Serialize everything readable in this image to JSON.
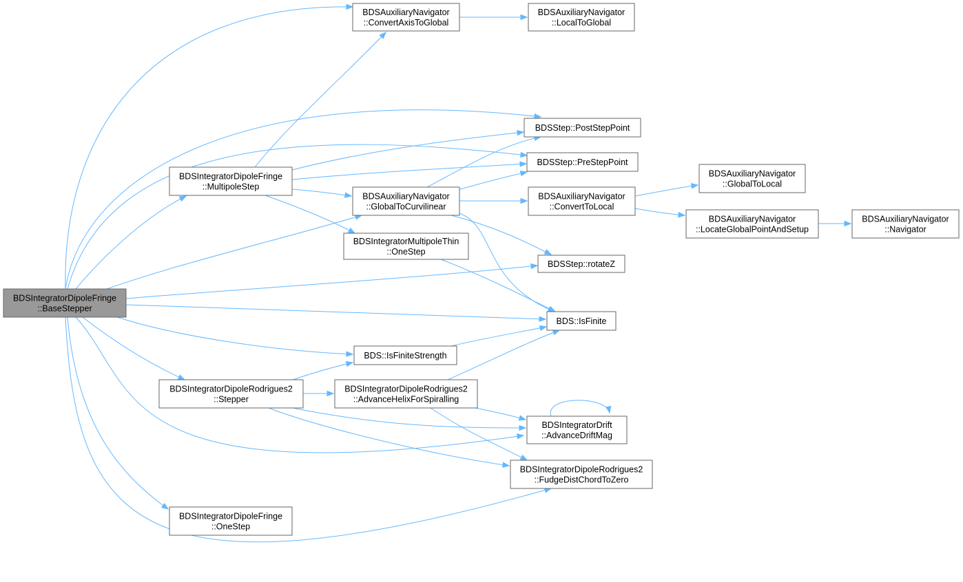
{
  "colors": {
    "edge": "#63b8ff",
    "node_border": "#666666",
    "root_fill": "#999999",
    "node_fill": "#ffffff"
  },
  "nodes": {
    "root": [
      "BDSIntegratorDipoleFringe",
      "::BaseStepper"
    ],
    "convertAxis": [
      "BDSAuxiliaryNavigator",
      "::ConvertAxisToGlobal"
    ],
    "localToGlobal": [
      "BDSAuxiliaryNavigator",
      "::LocalToGlobal"
    ],
    "postStep": [
      "BDSStep::PostStepPoint"
    ],
    "preStep": [
      "BDSStep::PreStepPoint"
    ],
    "multipoleStep": [
      "BDSIntegratorDipoleFringe",
      "::MultipoleStep"
    ],
    "globalToCurv": [
      "BDSAuxiliaryNavigator",
      "::GlobalToCurvilinear"
    ],
    "convertToLocal": [
      "BDSAuxiliaryNavigator",
      "::ConvertToLocal"
    ],
    "globalToLocal": [
      "BDSAuxiliaryNavigator",
      "::GlobalToLocal"
    ],
    "locateGlobal": [
      "BDSAuxiliaryNavigator",
      "::LocateGlobalPointAndSetup"
    ],
    "navigator": [
      "BDSAuxiliaryNavigator",
      "::Navigator"
    ],
    "multipoleThin": [
      "BDSIntegratorMultipoleThin",
      "::OneStep"
    ],
    "rotateZ": [
      "BDSStep::rotateZ"
    ],
    "isFinite": [
      "BDS::IsFinite"
    ],
    "isFiniteStrength": [
      "BDS::IsFiniteStrength"
    ],
    "rodStepper": [
      "BDSIntegratorDipoleRodrigues2",
      "::Stepper"
    ],
    "advanceHelix": [
      "BDSIntegratorDipoleRodrigues2",
      "::AdvanceHelixForSpiralling"
    ],
    "advanceDrift": [
      "BDSIntegratorDrift",
      "::AdvanceDriftMag"
    ],
    "fudgeDist": [
      "BDSIntegratorDipoleRodrigues2",
      "::FudgeDistChordToZero"
    ],
    "fringeOneStep": [
      "BDSIntegratorDipoleFringe",
      "::OneStep"
    ]
  }
}
